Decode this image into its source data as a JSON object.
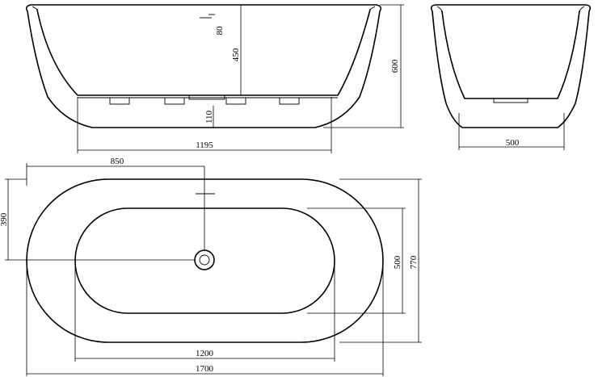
{
  "drawing": {
    "side_view": {
      "length_label": "1195",
      "overflow_height_label": "80",
      "depth_label": "450",
      "base_height_label": "110",
      "total_height_label": "600"
    },
    "end_view": {
      "width_label": "500"
    },
    "top_view": {
      "drain_offset_label": "850",
      "drain_lateral_label": "390",
      "inner_length_label": "1200",
      "outer_length_label": "1700",
      "inner_width_label": "500",
      "outer_width_label": "770"
    },
    "colors": {
      "line": "#000000",
      "background": "#ffffff"
    }
  }
}
